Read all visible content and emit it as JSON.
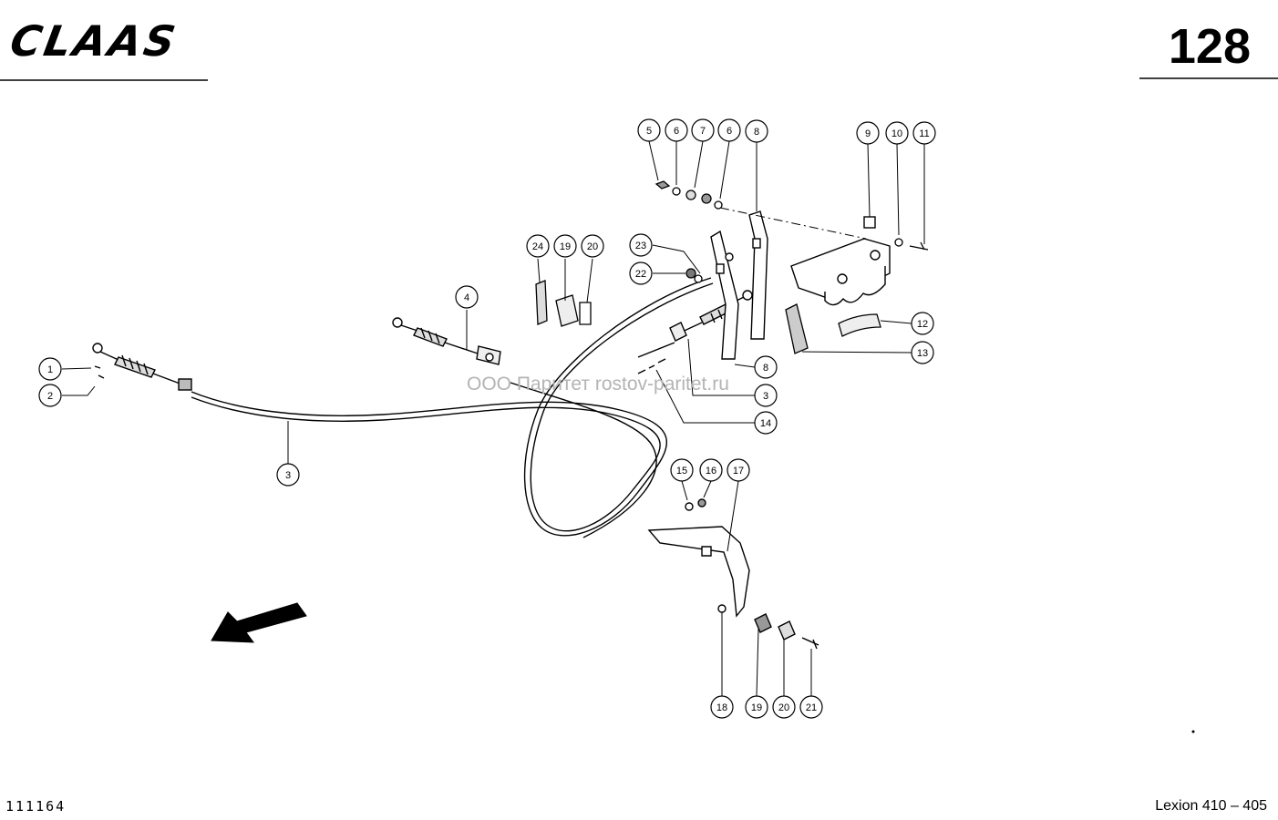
{
  "header": {
    "brand": "CLAAS",
    "page_number": "128"
  },
  "footer": {
    "doc_id": "111164",
    "model": "Lexion 410 – 405"
  },
  "watermark": "ООО Паритет   rostov-paritet.ru",
  "callouts": [
    {
      "id": "c1",
      "label": "1"
    },
    {
      "id": "c2",
      "label": "2"
    },
    {
      "id": "c3a",
      "label": "3"
    },
    {
      "id": "c3b",
      "label": "3"
    },
    {
      "id": "c4",
      "label": "4"
    },
    {
      "id": "c5",
      "label": "5"
    },
    {
      "id": "c6a",
      "label": "6"
    },
    {
      "id": "c7",
      "label": "7"
    },
    {
      "id": "c6b",
      "label": "6"
    },
    {
      "id": "c8a",
      "label": "8"
    },
    {
      "id": "c8b",
      "label": "8"
    },
    {
      "id": "c9",
      "label": "9"
    },
    {
      "id": "c10",
      "label": "10"
    },
    {
      "id": "c11",
      "label": "11"
    },
    {
      "id": "c12",
      "label": "12"
    },
    {
      "id": "c13",
      "label": "13"
    },
    {
      "id": "c14",
      "label": "14"
    },
    {
      "id": "c15",
      "label": "15"
    },
    {
      "id": "c16",
      "label": "16"
    },
    {
      "id": "c17",
      "label": "17"
    },
    {
      "id": "c18",
      "label": "18"
    },
    {
      "id": "c19a",
      "label": "19"
    },
    {
      "id": "c20a",
      "label": "20"
    },
    {
      "id": "c21",
      "label": "21"
    },
    {
      "id": "c19b",
      "label": "19"
    },
    {
      "id": "c20b",
      "label": "20"
    },
    {
      "id": "c22",
      "label": "22"
    },
    {
      "id": "c23",
      "label": "23"
    },
    {
      "id": "c24",
      "label": "24"
    }
  ]
}
